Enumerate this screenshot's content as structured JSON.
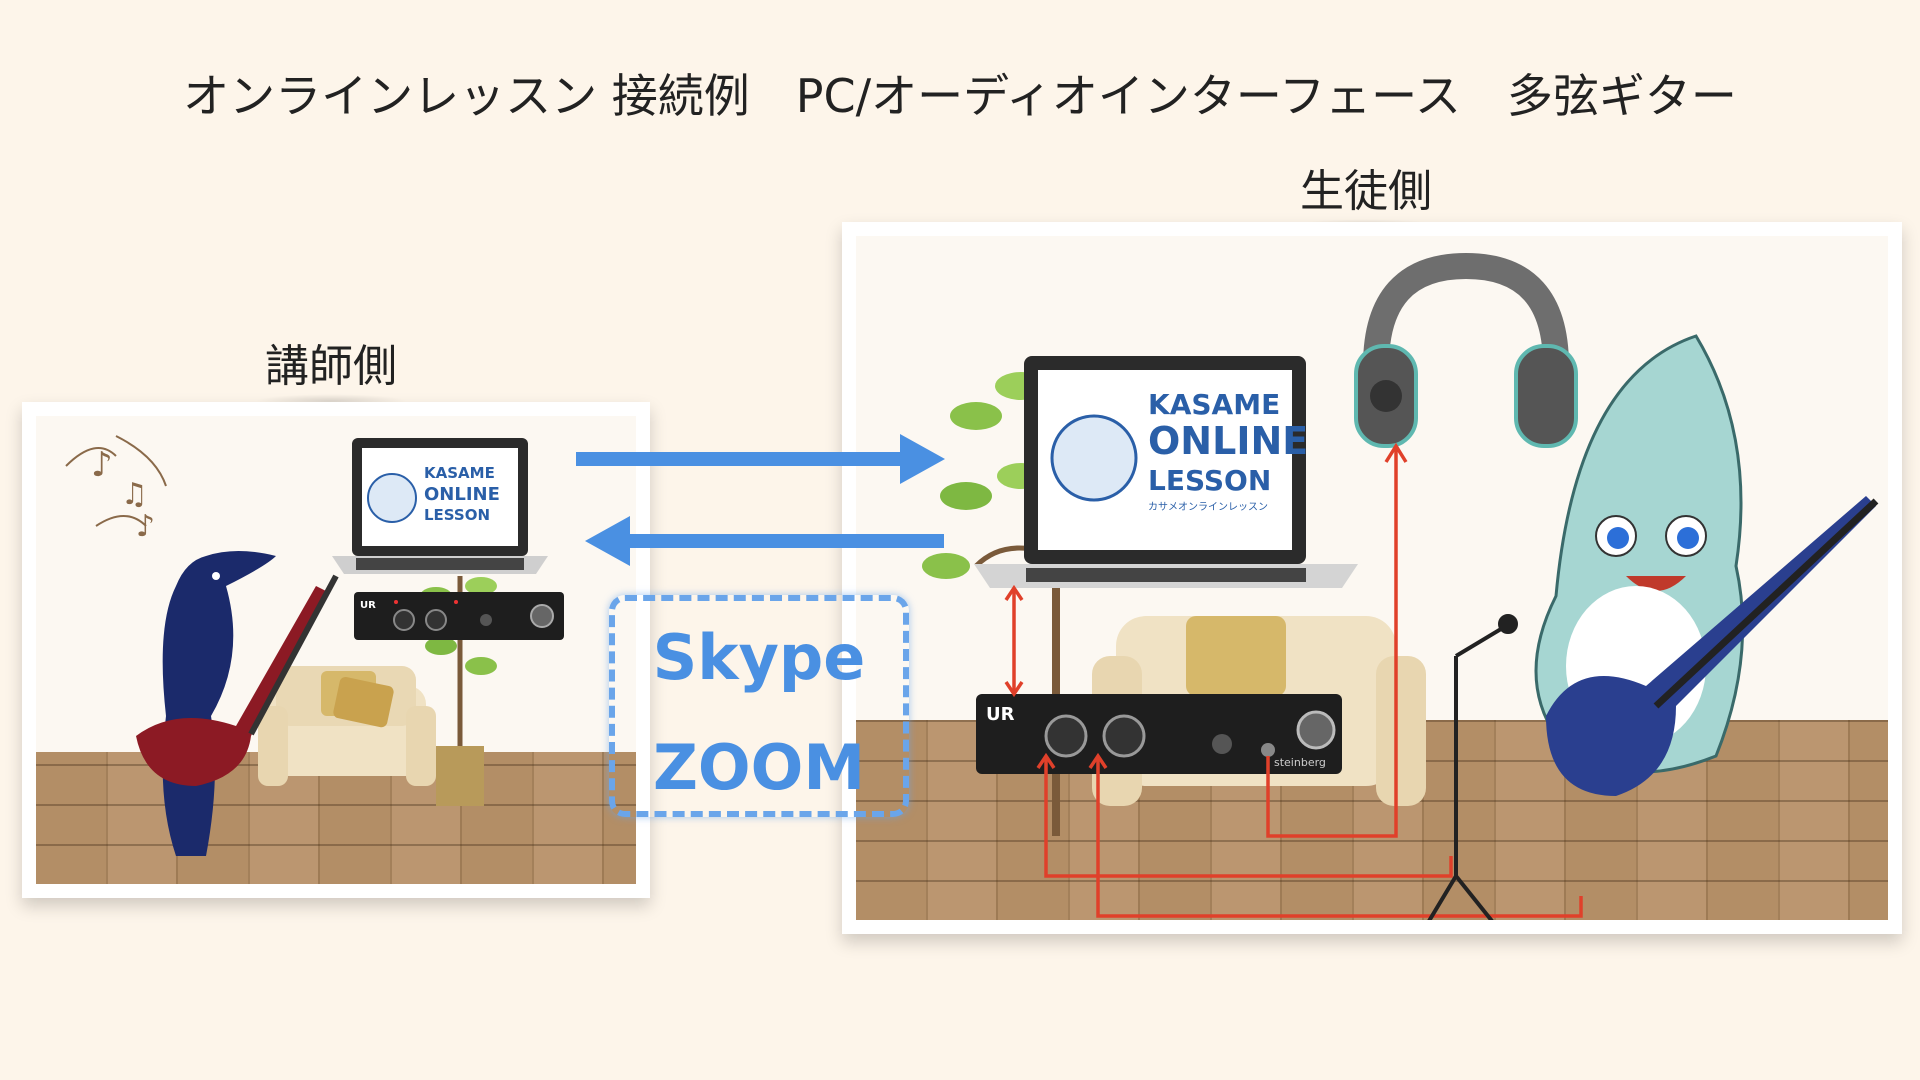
{
  "title": "オンラインレッスン 接続例　PC/オーディオインターフェース　多弦ギター",
  "teacher": {
    "label": "講師側"
  },
  "student": {
    "label": "生徒側"
  },
  "connection": {
    "line1": "Skype",
    "line2": "ZOOM"
  },
  "screen": {
    "line1": "KASAME",
    "line2": "ONLINE",
    "line3": "LESSON",
    "sub": "カサメオンラインレッスン"
  },
  "interface": {
    "model": "UR",
    "brand": "steinberg"
  },
  "colors": {
    "blue_arrow": "#4a90e2",
    "red_cable": "#e0402a",
    "box_border": "#6aa5ea"
  }
}
